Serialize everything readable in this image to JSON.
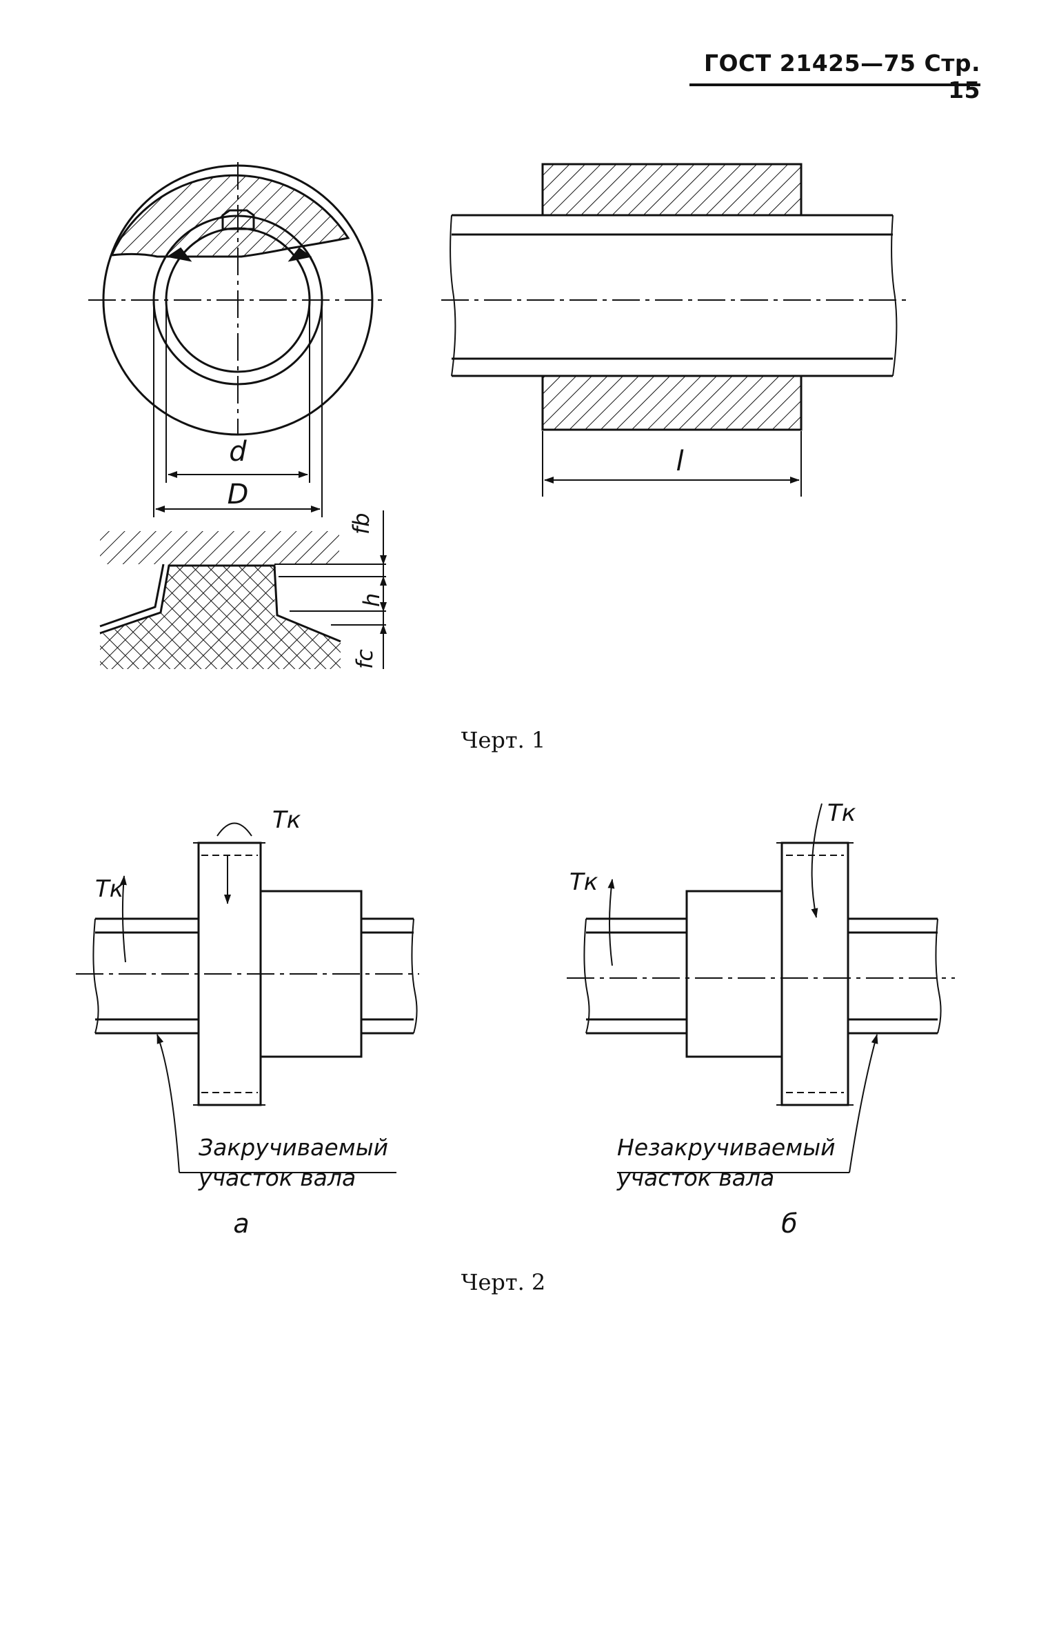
{
  "header": {
    "text": "ГОСТ 21425—75 Стр. 15"
  },
  "figure1": {
    "caption": "Черт. 1",
    "labels": {
      "d": "d",
      "D": "D",
      "l": "l",
      "fb": "fb",
      "h": "h",
      "fc": "fc"
    }
  },
  "figure2": {
    "caption": "Черт. 2",
    "torque_label": "Tк",
    "panel_a": {
      "letter": "а",
      "note_line1": "Закручиваемый",
      "note_line2": "участок вала"
    },
    "panel_b": {
      "letter": "б",
      "note_line1": "Незакручиваемый",
      "note_line2": "участок вала"
    }
  }
}
